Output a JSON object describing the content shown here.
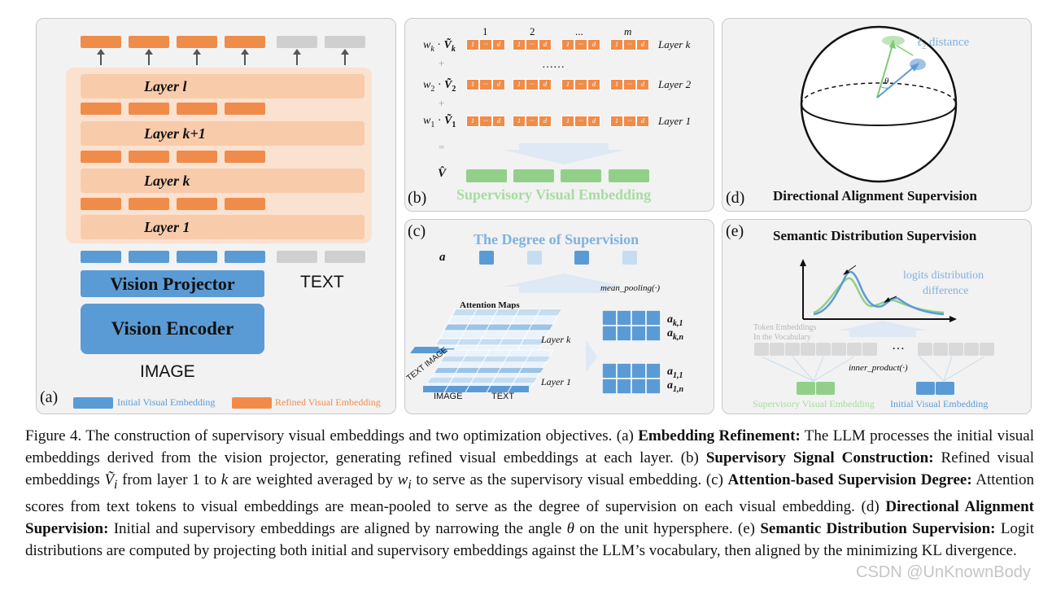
{
  "panel_a": {
    "label": "(a)",
    "layers": [
      "Layer l",
      "Layer k+1",
      "Layer k",
      "Layer 1"
    ],
    "vision_projector": "Vision Projector",
    "vision_encoder": "Vision Encoder",
    "text_label": "TEXT",
    "image_label": "IMAGE",
    "legend_initial": "Initial Visual Embedding",
    "legend_refined": "Refined Visual Embedding"
  },
  "panel_b": {
    "label": "(b)",
    "col_labels": [
      "1",
      "2",
      "...",
      "m"
    ],
    "row_k_weight": "w",
    "row_k_sub": "k",
    "row_k_layer": "Layer k",
    "row_2_weight": "w",
    "row_2_sub": "2",
    "row_2_layer": "Layer 2",
    "row_1_weight": "w",
    "row_1_sub": "1",
    "row_1_layer": "Layer 1",
    "v_hat": "V̂",
    "v_tilde": "Ṽ",
    "dots": "……",
    "plus": "+",
    "equals": "=",
    "token_one": "1",
    "token_dots": "···",
    "token_d": "d",
    "title": "Supervisory Visual Embedding"
  },
  "panel_c": {
    "label": "(c)",
    "title": "The Degree of Supervision",
    "a_label": "a",
    "mean_pooling": "mean_pooling(·)",
    "attention_maps": "Attention Maps",
    "layer_k": "Layer k",
    "layer_1": "Layer 1",
    "text_axis": "TEXT",
    "image_axis": "IMAGE",
    "text_image_diag": "TEXT IMAGE",
    "a_k1": "a",
    "a_k1_sub": "k,1",
    "a_kn": "a",
    "a_kn_sub": "k,n",
    "a_11": "a",
    "a_11_sub": "1,1",
    "a_1n": "a",
    "a_1n_sub": "1,n"
  },
  "panel_d": {
    "label": "(d)",
    "title": "Directional Alignment Supervision",
    "distance_label": "ℓ",
    "distance_sub": "2",
    "distance_text": " distance",
    "theta": "θ"
  },
  "panel_e": {
    "label": "(e)",
    "title": "Semantic Distribution Supervision",
    "logits_line1": "logits distribution",
    "logits_line2": "difference",
    "token_emb_line1": "Token Embeddings",
    "token_emb_line2": "In the Vocabulary",
    "inner_product": "inner_product(·)",
    "dots": "…",
    "legend_supervisory": "Supervisory Visual Embedding",
    "legend_initial": "Initial Visual Embedding"
  },
  "caption": {
    "figure_no": "Figure 4.",
    "intro": " The construction of supervisory visual embeddings and two optimization objectives. (a) ",
    "a_bold": "Embedding Refinement:",
    "a_text": " The LLM processes the initial visual embeddings derived from the vision projector, generating refined visual embeddings at each layer. (b) ",
    "b_bold": "Supervisory Signal Construction:",
    "b_text1": " Refined visual embeddings ",
    "b_var": "Ṽ",
    "b_var_sub": "i",
    "b_text2": " from layer 1 to ",
    "b_k": "k",
    "b_text3": " are weighted averaged by ",
    "b_w": "w",
    "b_w_sub": "i",
    "b_text4": " to serve as the supervisory visual embedding. (c) ",
    "c_bold": "Attention-based Supervision Degree:",
    "c_text": " Attention scores from text tokens to visual embeddings are mean-pooled to serve as the degree of supervision on each visual embedding. (d) ",
    "d_bold": "Directional Alignment Supervision:",
    "d_text1": " Initial and supervisory embeddings are aligned by narrowing the angle ",
    "d_theta": "θ",
    "d_text2": " on the unit hypersphere. (e) ",
    "e_bold": "Semantic Distribution Supervision:",
    "e_text": " Logit distributions are computed by projecting both initial and supervisory embeddings against the LLM’s vocabulary, then aligned by the minimizing KL divergence."
  },
  "watermark": "CSDN @UnKnownBody",
  "colors": {
    "orange": "#f08c4a",
    "light_orange": "#f8cbab",
    "blue": "#5b9bd5",
    "light_blue": "#9dc3e6",
    "green": "#92d08a",
    "gray": "#cfcfcf"
  }
}
